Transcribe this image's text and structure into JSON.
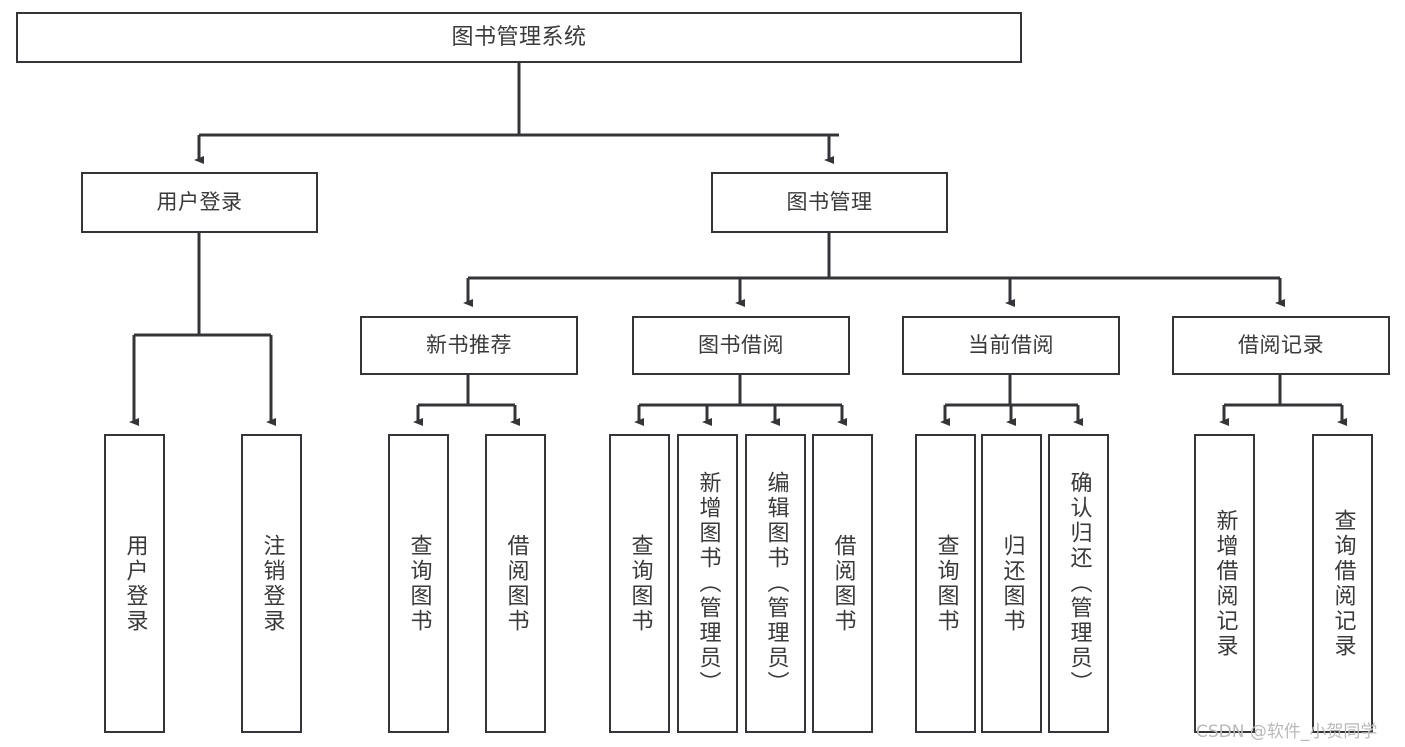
{
  "diagram": {
    "title": "图书管理系统",
    "style": {
      "box_border_color": "#33353a",
      "box_fill_color": "#ffffff",
      "text_color": "#3a3a3a",
      "connector_color": "#33353a",
      "background_color": "#ffffff"
    },
    "root": {
      "label": "图书管理系统"
    },
    "level2": [
      {
        "label": "用户登录"
      },
      {
        "label": "图书管理"
      }
    ],
    "level3": [
      {
        "label": "新书推荐"
      },
      {
        "label": "图书借阅"
      },
      {
        "label": "当前借阅"
      },
      {
        "label": "借阅记录"
      }
    ],
    "leaves": {
      "user_login": [
        {
          "label": "用户登录"
        },
        {
          "label": "注销登录"
        }
      ],
      "new_book_recommend": [
        {
          "label": "查询图书"
        },
        {
          "label": "借阅图书"
        }
      ],
      "book_borrow": [
        {
          "label": "查询图书"
        },
        {
          "label": "新增图书（管理员）"
        },
        {
          "label": "编辑图书（管理员）"
        },
        {
          "label": "借阅图书"
        }
      ],
      "current_borrow": [
        {
          "label": "查询图书"
        },
        {
          "label": "归还图书"
        },
        {
          "label": "确认归还（管理员）"
        }
      ],
      "borrow_record": [
        {
          "label": "新增借阅记录"
        },
        {
          "label": "查询借阅记录"
        }
      ]
    }
  },
  "watermark": {
    "text": "CSDN @软件_小贺同学"
  }
}
